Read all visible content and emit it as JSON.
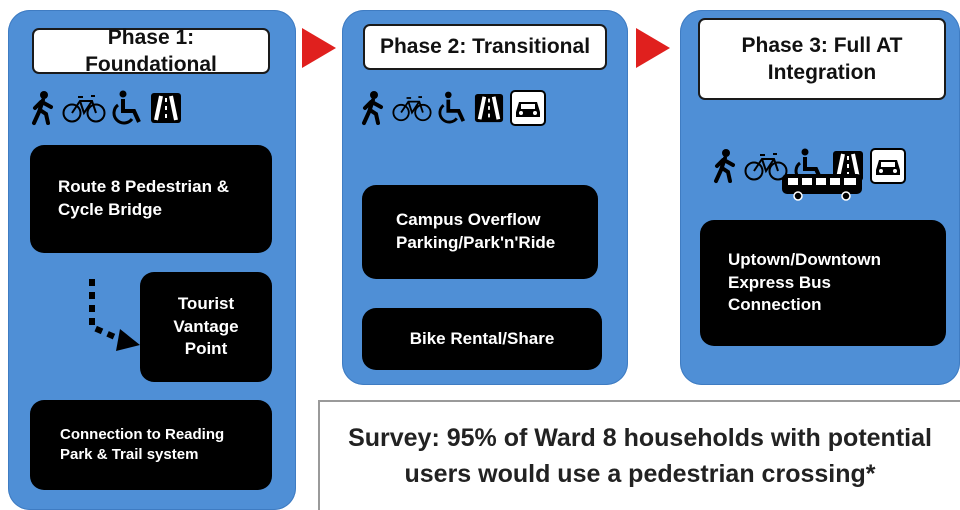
{
  "colors": {
    "panel": "#4f8fd6",
    "box": "#000000",
    "arrow": "#e0201e"
  },
  "phases": [
    {
      "title": "Phase 1: Foundational",
      "icons": [
        "pedestrian-icon",
        "bicycle-icon",
        "wheelchair-icon",
        "road-icon"
      ],
      "items": [
        "Route 8 Pedestrian &\nCycle Bridge",
        "Tourist\nVantage\nPoint",
        "Connection to Reading\nPark & Trail system"
      ]
    },
    {
      "title": "Phase 2: Transitional",
      "icons": [
        "pedestrian-icon",
        "bicycle-icon",
        "wheelchair-icon",
        "road-icon",
        "car-icon"
      ],
      "items": [
        "Campus Overflow\nParking/Park'n'Ride",
        "Bike Rental/Share"
      ]
    },
    {
      "title": "Phase 3:  Full AT\nIntegration",
      "icons": [
        "pedestrian-icon",
        "bicycle-icon",
        "wheelchair-icon",
        "road-icon",
        "car-icon",
        "bus-icon"
      ],
      "items": [
        "Uptown/Downtown\nExpress Bus\nConnection"
      ]
    }
  ],
  "survey": {
    "text": "Survey: 95% of Ward 8 households with potential\nusers would use a pedestrian crossing*"
  }
}
